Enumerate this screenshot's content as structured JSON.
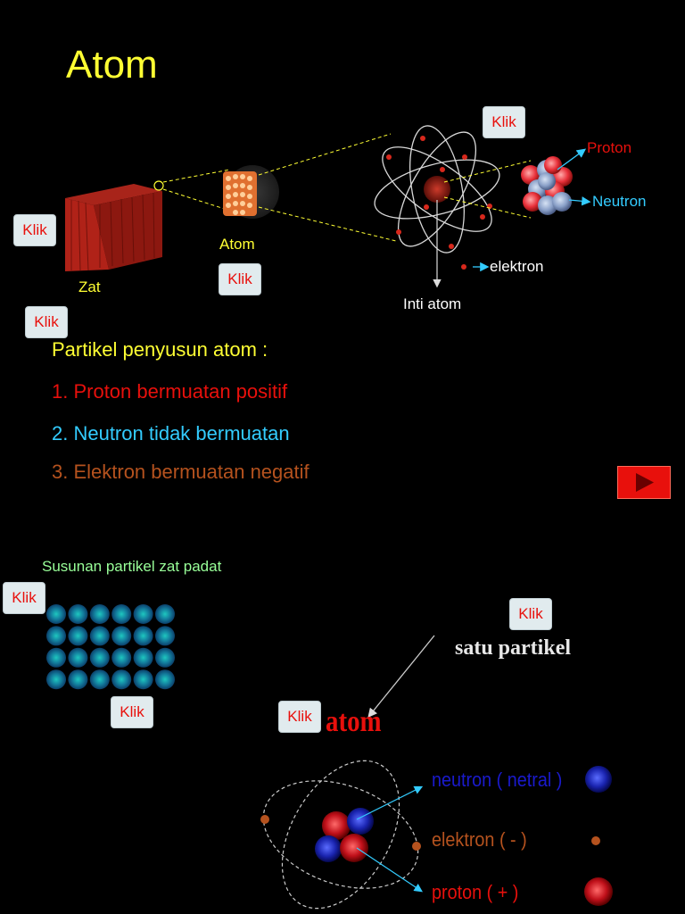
{
  "title": "Atom",
  "klik_label": "Klik",
  "labels": {
    "zat": "Zat",
    "atom": "Atom",
    "proton": "Proton",
    "neutron": "Neutron",
    "elektron": "elektron",
    "inti_atom": "Inti atom"
  },
  "partikel": {
    "heading": "Partikel penyusun atom :",
    "items": [
      "1. Proton bermuatan positif",
      "2. Neutron tidak bermuatan",
      "3. Elektron bermuatan negatif"
    ]
  },
  "lower": {
    "susunan": "Susunan partikel zat padat",
    "satu_partikel": "satu partikel",
    "atom_word": "atom",
    "legend": {
      "neutron": "neutron ( netral )",
      "elektron": "elektron ( - )",
      "proton": "proton ( + )"
    }
  },
  "colors": {
    "title": "#ffff33",
    "proton": "#e8100c",
    "neutron": "#33ccff",
    "elektron": "#b5521e",
    "button_bg": "#e1ebee",
    "next_button": "#e8100c",
    "susunan": "#99ff99",
    "neutron_legend": "#1a1acc"
  },
  "icons": {
    "next": "play-arrow-icon"
  }
}
